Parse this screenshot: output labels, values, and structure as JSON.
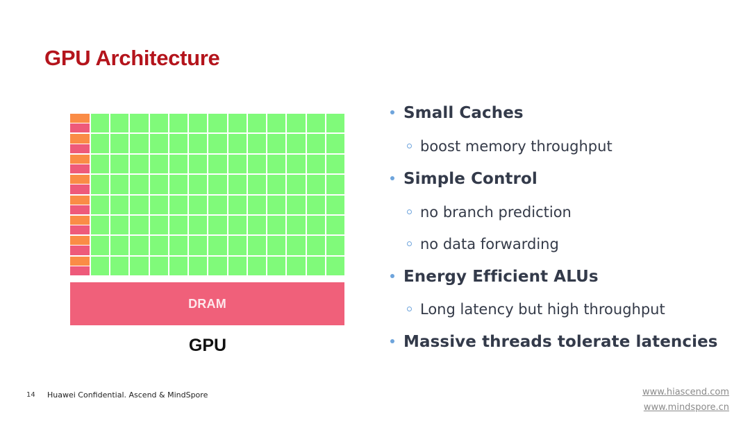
{
  "slide": {
    "title": "GPU Architecture",
    "page_number": "14",
    "footer_text": "Huawei Confidential. Ascend & MindSpore",
    "links": [
      "www.hiascend.com",
      "www.mindspore.cn"
    ]
  },
  "diagram": {
    "rows": 8,
    "alu_columns": 13,
    "colors": {
      "control": "#fa8c46",
      "cache": "#ee5a7a",
      "alu": "#80fa7a",
      "dram": "#f0607a",
      "title": "#b4141c",
      "bullet_marker": "#6ea4dc"
    },
    "dram_label": "DRAM",
    "caption": "GPU"
  },
  "bullets": [
    {
      "level": 1,
      "text": "Small Caches"
    },
    {
      "level": 2,
      "text": "boost memory throughput"
    },
    {
      "level": 1,
      "text": "Simple Control"
    },
    {
      "level": 2,
      "text": "no branch prediction"
    },
    {
      "level": 2,
      "text": "no data forwarding"
    },
    {
      "level": 1,
      "text": "Energy Efficient ALUs"
    },
    {
      "level": 2,
      "text": "Long latency but high throughput"
    },
    {
      "level": 1,
      "text": "Massive threads tolerate latencies"
    }
  ]
}
